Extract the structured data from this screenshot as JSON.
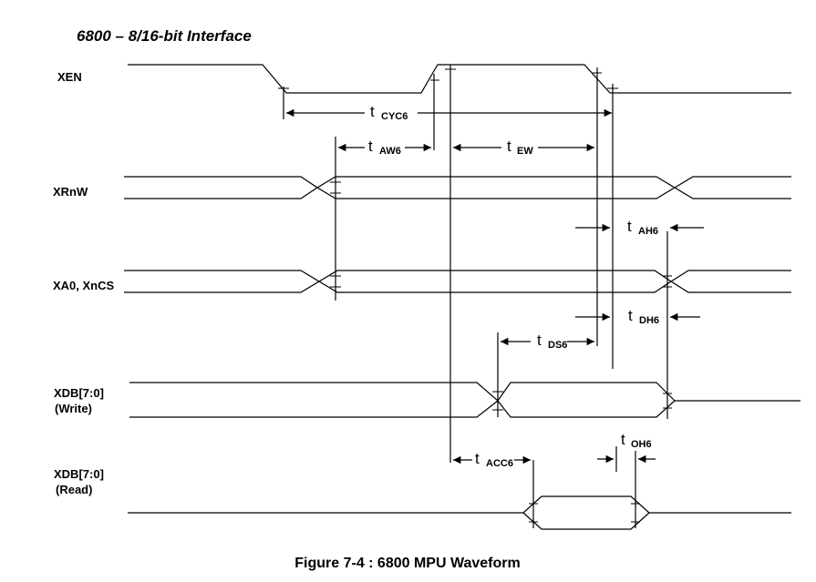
{
  "title": "6800 – 8/16-bit Interface",
  "caption": "Figure 7-4 : 6800 MPU Waveform",
  "signals": {
    "xen": "XEN",
    "xrnw": "XRnW",
    "xa0_xncs": "XA0, XnCS",
    "xdb_write_1": "XDB[7:0]",
    "xdb_write_2": "(Write)",
    "xdb_read_1": "XDB[7:0]",
    "xdb_read_2": "(Read)"
  },
  "timings": {
    "tcyc6": {
      "t": "t",
      "sub": "CYC6"
    },
    "taw6": {
      "t": "t",
      "sub": "AW6"
    },
    "tew": {
      "t": "t",
      "sub": "EW"
    },
    "tah6": {
      "t": "t",
      "sub": "AH6"
    },
    "tdh6": {
      "t": "t",
      "sub": "DH6"
    },
    "tds6": {
      "t": "t",
      "sub": "DS6"
    },
    "toh6": {
      "t": "t",
      "sub": "OH6"
    },
    "tacc6": {
      "t": "t",
      "sub": "ACC6"
    }
  }
}
